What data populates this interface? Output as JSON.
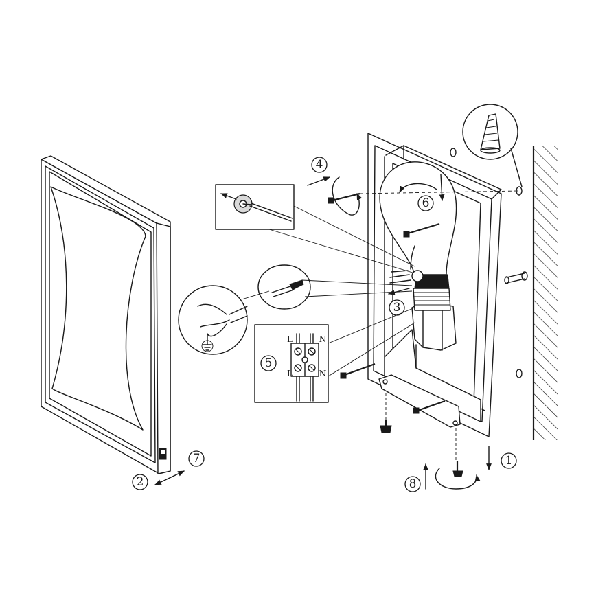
{
  "steps": {
    "s1": "1",
    "s2": "2",
    "s3": "3",
    "s4": "4",
    "s5": "5",
    "s6": "6",
    "s7": "7",
    "s8": "8"
  },
  "terminal_labels": {
    "top_left": "L",
    "top_right": "N",
    "bottom_left": "L",
    "bottom_right": "N"
  },
  "colors": {
    "line": "#1a1a1a",
    "background": "#ffffff"
  },
  "icons": [
    "screwdriver-icon",
    "wall-plug-icon",
    "ground-symbol-icon",
    "rotation-arrow-icon"
  ]
}
